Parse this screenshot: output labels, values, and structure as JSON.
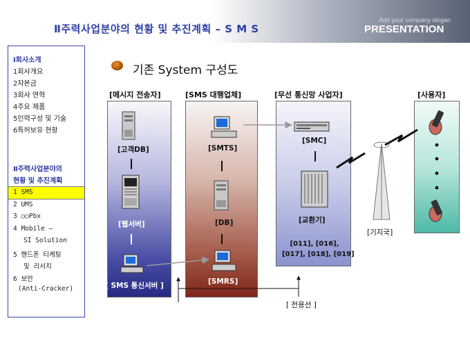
{
  "header": {
    "title": "Ⅱ주력사업분야의 현황 및 추진계획 – S M S",
    "slogan": "Add your company slogan",
    "brand": "PRESENTATION"
  },
  "sidebar": {
    "section1": "Ⅰ회사소개",
    "items1": [
      "1회사개요",
      "2자본금",
      "3회사 연혁",
      "4주요 제품",
      "5인력구성 및 기술",
      "6특허보유 현황"
    ],
    "section2_line1": "Ⅱ주력사업분야의",
    "section2_line2": "현황 및 추진계획",
    "items2": [
      "1 SMS",
      "2 UMS",
      "3 ○○Pbx",
      "4 Mobile –",
      "SI Solution",
      "5 핸드폰 티케팅",
      "및 리서치",
      "6 보안",
      "(Anti-Cracker)"
    ],
    "active_index": 0,
    "active_color": "#ffff00"
  },
  "main": {
    "heading": "기존 System 구성도",
    "columns": [
      "[메시지 전송자]",
      "[SMS 대행업체]",
      "[무선 통신망 사업자]",
      "[사용자]"
    ],
    "sender": {
      "db": "[고객DB]",
      "web": "[웹서버]",
      "comm": "[ SMS 통신서버 ]"
    },
    "agency": {
      "smts": "[SMTS]",
      "db": "[DB]",
      "smrs": "[SMRS]"
    },
    "carrier": {
      "smc": "[SMC]",
      "exchange": "[교환기]",
      "codes": [
        "[011], [016],",
        "[017], [018], [019]"
      ]
    },
    "base_station": "[기지국]",
    "leased_line": "[ 전용선 ]"
  },
  "colors": {
    "title": "#3140a6",
    "sender_panel": "#262a83",
    "agency_panel": "#7f2618",
    "carrier_panel": "#8a93cf",
    "user_panel": "#4fb8a6"
  }
}
